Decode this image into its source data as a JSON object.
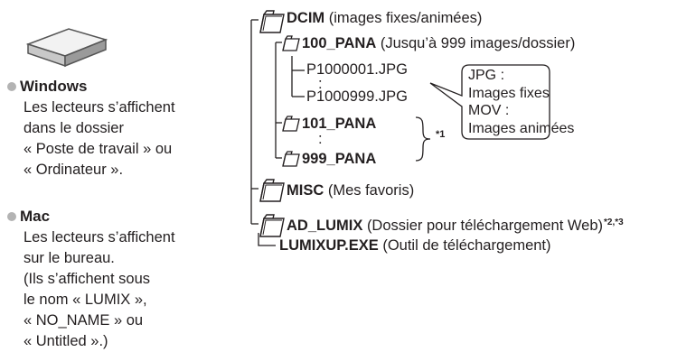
{
  "left": {
    "windows": {
      "title": "Windows",
      "lines": [
        "Les lecteurs s’affichent",
        "dans le dossier",
        "« Poste de travail » ou",
        "« Ordinateur »."
      ]
    },
    "mac": {
      "title": "Mac",
      "lines": [
        "Les lecteurs s’affichent",
        "sur le bureau.",
        "(Ils s’affichent sous",
        "le nom « LUMIX »,",
        "« NO_NAME » ou",
        "« Untitled ».)"
      ]
    }
  },
  "tree": {
    "dcim": {
      "name": "DCIM",
      "desc": "(images fixes/animées)"
    },
    "pana100": {
      "name": "100_PANA",
      "desc": "(Jusqu’à 999 images/dossier)"
    },
    "file_first": "P1000001.JPG",
    "dots": ":",
    "file_last": "P1000999.JPG",
    "pana101": {
      "name": "101_PANA"
    },
    "pana999": {
      "name": "999_PANA"
    },
    "note1": "*1",
    "misc": {
      "name": "MISC",
      "desc": "(Mes favoris)"
    },
    "ad_lumix": {
      "name": "AD_LUMIX",
      "desc": "(Dossier pour téléchargement Web)",
      "note": "*2,*3"
    },
    "exe": {
      "name": "LUMIXUP.EXE",
      "desc": "(Outil de téléchargement)"
    }
  },
  "callout": {
    "lines": [
      "JPG :",
      "Images fixes",
      "MOV :",
      "Images animées"
    ]
  },
  "colors": {
    "text": "#231f20",
    "bullet": "#b3b3b3",
    "folder_fill": "#ffffff",
    "line": "#231f20"
  }
}
